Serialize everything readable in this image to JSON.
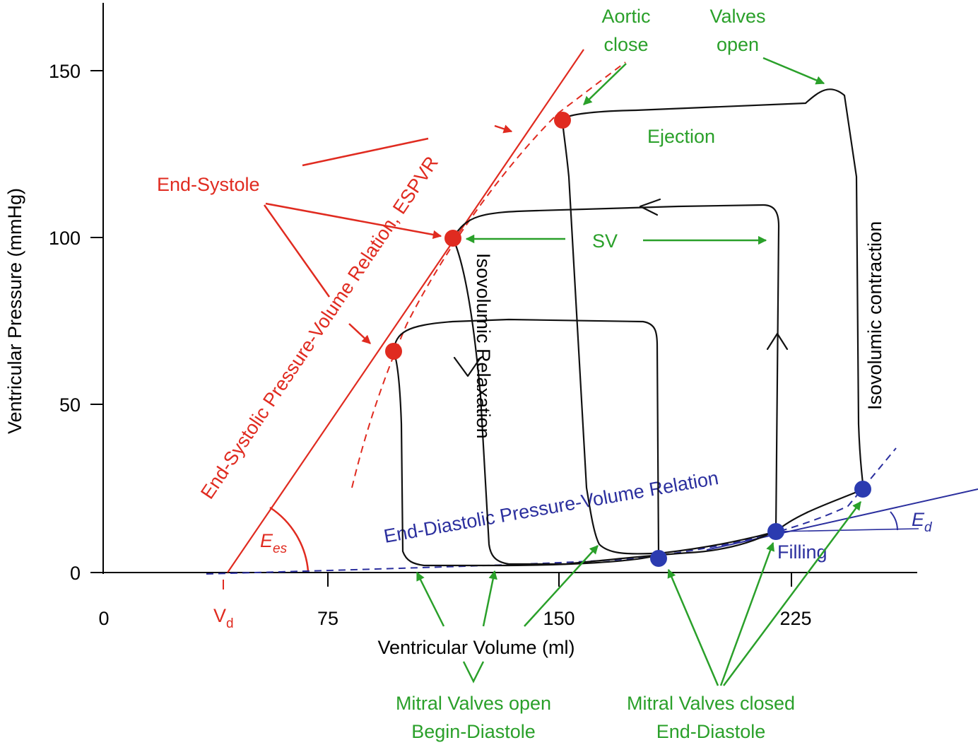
{
  "axes": {
    "y_label": "Ventricular Pressure (mmHg)",
    "x_label": "Ventricular Volume (ml)",
    "y_ticks": [
      "150",
      "100",
      "50",
      "0"
    ],
    "x_ticks": [
      "0",
      "75",
      "150",
      "225"
    ]
  },
  "labels": {
    "vd_main": "V",
    "vd_sub": "d",
    "ees_main": "E",
    "ees_sub": "es",
    "ed_main": "E",
    "ed_sub": "d",
    "espvr": "End-Systolic Pressure-Volume Relation, ESPVR",
    "end_systole": "End-Systole",
    "edpvr": "End-Diastolic Pressure-Volume Relation",
    "filling": "Filling",
    "ejection": "Ejection",
    "sv": "SV",
    "isovolumic_relaxation": "Isovolumic Relaxation",
    "isovolumic_contraction": "Isovolumic contraction",
    "aortic_close_1": "Aortic",
    "aortic_close_2": "close",
    "valves_open_1": "Valves",
    "valves_open_2": "open",
    "mitral_open_1": "Mitral Valves open",
    "mitral_open_2": "Begin-Diastole",
    "mitral_closed_1": "Mitral Valves closed",
    "mitral_closed_2": "End-Diastole"
  },
  "colors": {
    "red": "#e02b20",
    "green": "#2aa02a",
    "blue": "#2b2f9e",
    "end_systole_dot": "#e02b20",
    "end_diastole_dot": "#2b3bb0"
  }
}
